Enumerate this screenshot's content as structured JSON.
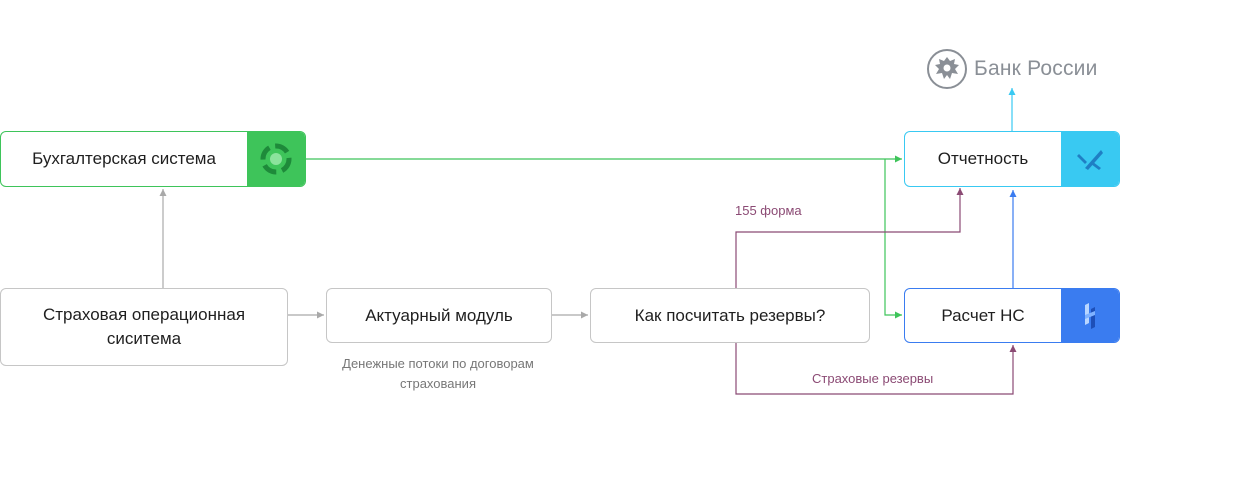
{
  "nodes": {
    "accounting": {
      "label": "Бухгалтерская система",
      "icon": "accounting-system-icon",
      "badge_color": "#3ec45a"
    },
    "reporting": {
      "label": "Отчетность",
      "icon": "reporting-icon",
      "badge_color": "#39c9f2"
    },
    "insurance_ops": {
      "label": "Страховая операционная\nсиситема"
    },
    "actuarial": {
      "label": "Актуарный модуль"
    },
    "reserves_q": {
      "label": "Как посчитать резервы?"
    },
    "ns_calc": {
      "label": "Расчет НС",
      "icon": "ns-calc-icon",
      "badge_color": "#3a7cf0"
    }
  },
  "bank": {
    "name": "Банк России",
    "icon": "bank-of-russia-eagle-icon"
  },
  "notes": {
    "cashflows": "Денежные потоки по договорам\nстрахования"
  },
  "edge_labels": {
    "form155": "155 форма",
    "reserves": "Страховые резервы"
  },
  "colors": {
    "gray_edge": "#a9a9a9",
    "green_edge": "#3ec45a",
    "purple_edge": "#8b4a74",
    "blue_edge": "#3a7cf0",
    "cyan_edge": "#39c9f2"
  }
}
